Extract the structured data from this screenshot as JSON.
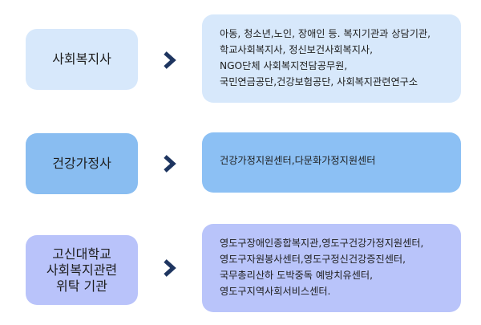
{
  "colors": {
    "row1_label_bg": "#d7e8fb",
    "row1_detail_bg": "#d7e8fb",
    "row2_label_bg": "#89bdf1",
    "row2_detail_bg": "#8cc0f4",
    "row3_label_bg": "#b9c3fa",
    "row3_detail_bg": "#b9c4fa",
    "arrow": "#1e3560"
  },
  "rows": [
    {
      "label": "사회복지사",
      "arrow_icon": "chevron-right-icon",
      "detail_lines": [
        "아동, 청소년,노인, 장애인 등. 복지기관과 상담기관,",
        "학교사회복지사, 정신보건사회복지사,",
        "NGO단체 사회복지전담공무원,",
        "국민연금공단,건강보험공단, 사회복지관련연구소"
      ]
    },
    {
      "label": "건강가정사",
      "arrow_icon": "chevron-right-icon",
      "detail_lines": [
        "건강가정지원센터,다문화가정지원센터"
      ]
    },
    {
      "label": "고신대학교\n사회복지관련\n위탁 기관",
      "arrow_icon": "chevron-right-icon",
      "detail_lines": [
        "영도구장애인종합복지관,영도구건강가정지원센터,",
        "영도구자원봉사센터,영도구정신건강증진센터,",
        "국무총리산하 도박중독 예방치유센터,",
        "영도구지역사회서비스센터."
      ]
    }
  ]
}
